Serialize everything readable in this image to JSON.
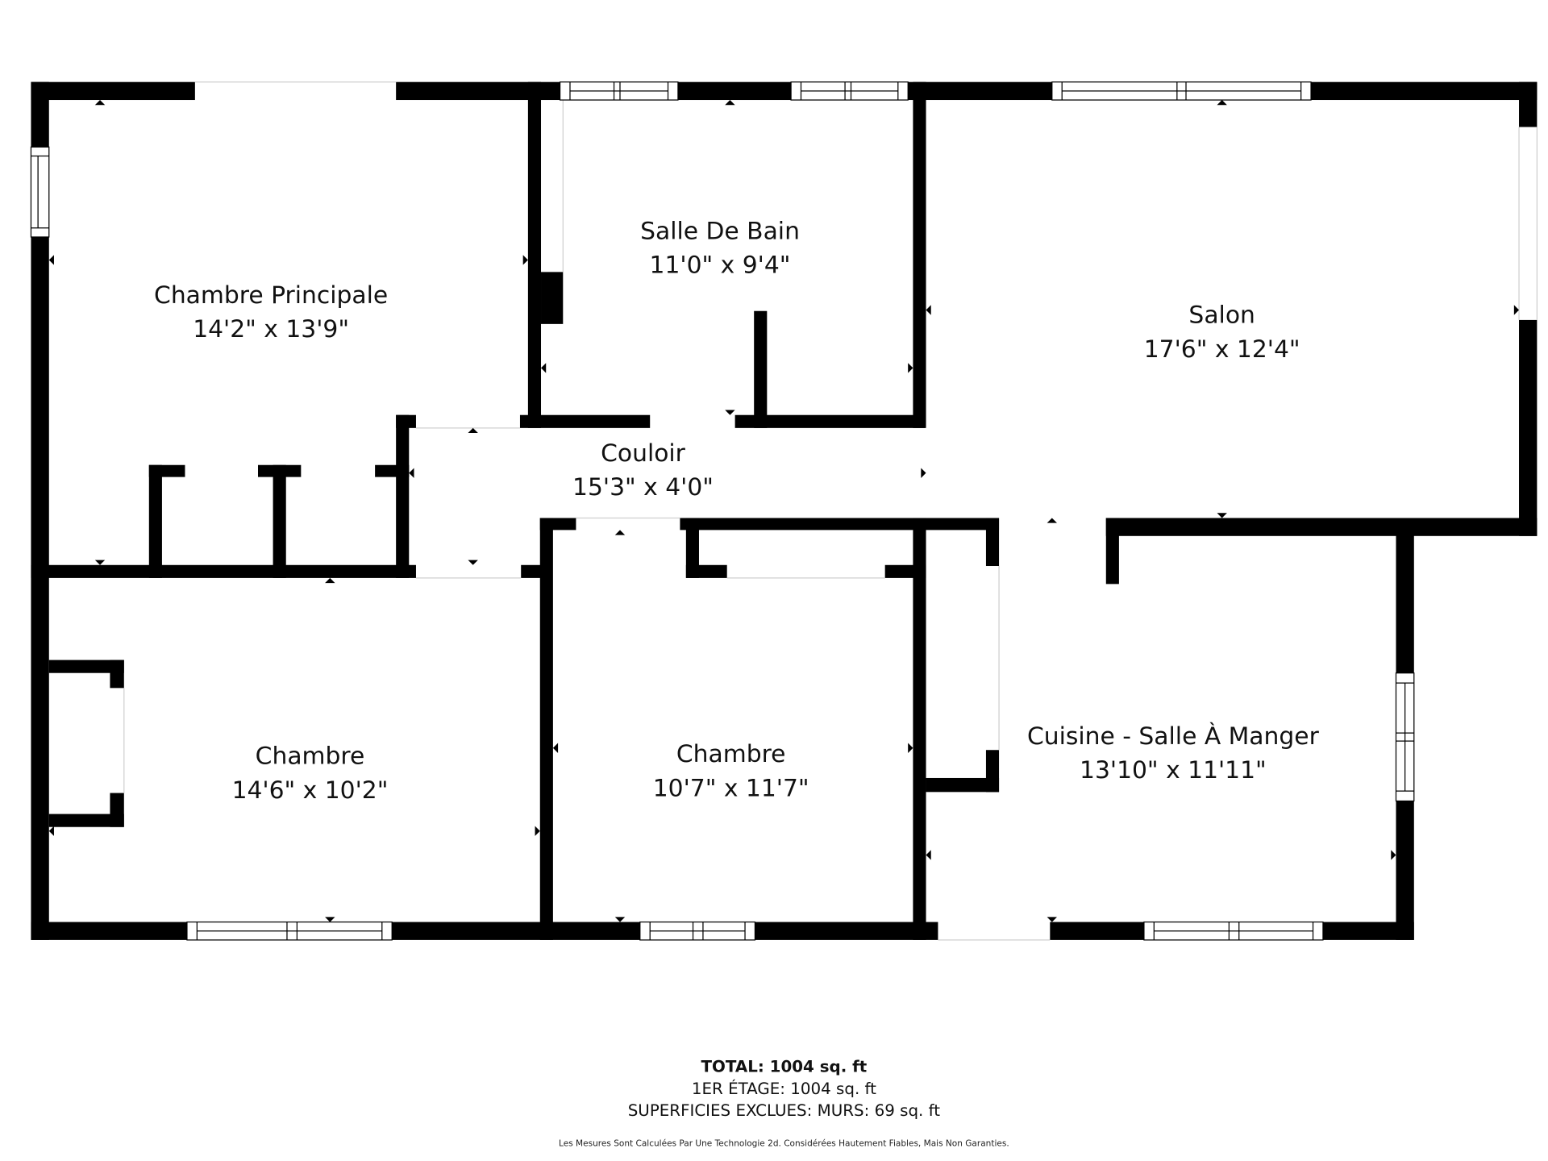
{
  "floorplan": {
    "rooms": [
      {
        "id": "chambre-principale",
        "name": "Chambre Principale",
        "dimensions": "14'2\" x 13'9\""
      },
      {
        "id": "salle-de-bain",
        "name": "Salle De Bain",
        "dimensions": "11'0\" x 9'4\""
      },
      {
        "id": "salon",
        "name": "Salon",
        "dimensions": "17'6\" x 12'4\""
      },
      {
        "id": "couloir",
        "name": "Couloir",
        "dimensions": "15'3\" x 4'0\""
      },
      {
        "id": "chambre-1",
        "name": "Chambre",
        "dimensions": "14'6\" x 10'2\""
      },
      {
        "id": "chambre-2",
        "name": "Chambre",
        "dimensions": "10'7\" x 11'7\""
      },
      {
        "id": "cuisine",
        "name": "Cuisine - Salle À Manger",
        "dimensions": "13'10\" x 11'11\""
      }
    ],
    "colors": {
      "wall": "#000000",
      "background": "#ffffff",
      "text": "#111111"
    }
  },
  "summary": {
    "total": "TOTAL: 1004 sq. ft",
    "floor": "1ER ÉTAGE: 1004 sq. ft",
    "excluded": "SUPERFICIES EXCLUES: MURS: 69 sq. ft",
    "disclaimer": "Les Mesures Sont Calculées Par Une Technologie 2d. Considérées Hautement Fiables, Mais Non Garanties."
  }
}
